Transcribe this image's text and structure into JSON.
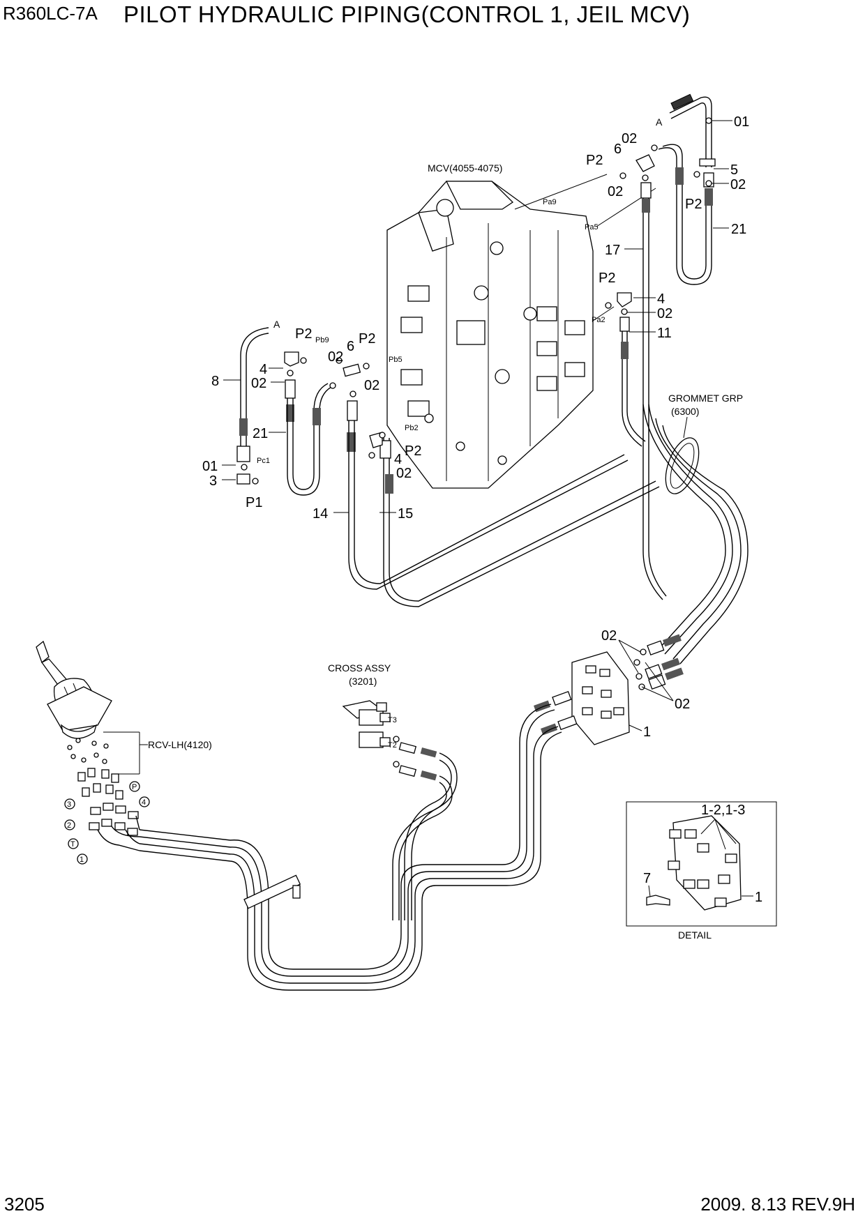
{
  "header": {
    "model": "R360LC-7A",
    "title": "PILOT HYDRAULIC PIPING(CONTROL 1, JEIL MCV)"
  },
  "footer": {
    "page": "3205",
    "revision": "2009. 8.13  REV.9H"
  },
  "assemblies": {
    "mcv": "MCV(4055-4075)",
    "grommet_line1": "GROMMET GRP",
    "grommet_line2": "(6300)",
    "cross_line1": "CROSS ASSY",
    "cross_line2": "(3201)",
    "rcv": "RCV-LH(4120)",
    "detail": "DETAIL"
  },
  "callouts": {
    "c01_top": "01",
    "c02_a": "02",
    "c6_top": "6",
    "cP2_top": "P2",
    "c02_b": "02",
    "c5": "5",
    "c02_c": "02",
    "cP2_right": "P2",
    "c21_right": "21",
    "c17": "17",
    "cP2_mid": "P2",
    "c4_right": "4",
    "c02_d": "02",
    "c11": "11",
    "cP2_left": "P2",
    "c4_left": "4",
    "c8": "8",
    "c02_e": "02",
    "c02_f": "02",
    "c6_left": "6",
    "cP2_left2": "P2",
    "c02_g": "02",
    "c21_left": "21",
    "c01_left": "01",
    "c3": "3",
    "cP1": "P1",
    "cP2_low": "P2",
    "c4_low": "4",
    "c02_h": "02",
    "c14": "14",
    "c15": "15",
    "c02_block_top": "02",
    "c02_block_bot": "02",
    "c1_block": "1",
    "c1_2_1_3": "1-2,1-3",
    "c7": "7",
    "c1_detail": "1"
  },
  "ports": {
    "pa9": "Pa9",
    "pa5": "Pa5",
    "pa2": "Pa2",
    "pb9": "Pb9",
    "pb5": "Pb5",
    "pb2": "Pb2",
    "pc1": "Pc1",
    "a_top": "A",
    "a_left": "A",
    "t3": "T3",
    "t2": "T2"
  },
  "rcv_ports": [
    "3",
    "2",
    "T",
    "1",
    "P",
    "4"
  ]
}
